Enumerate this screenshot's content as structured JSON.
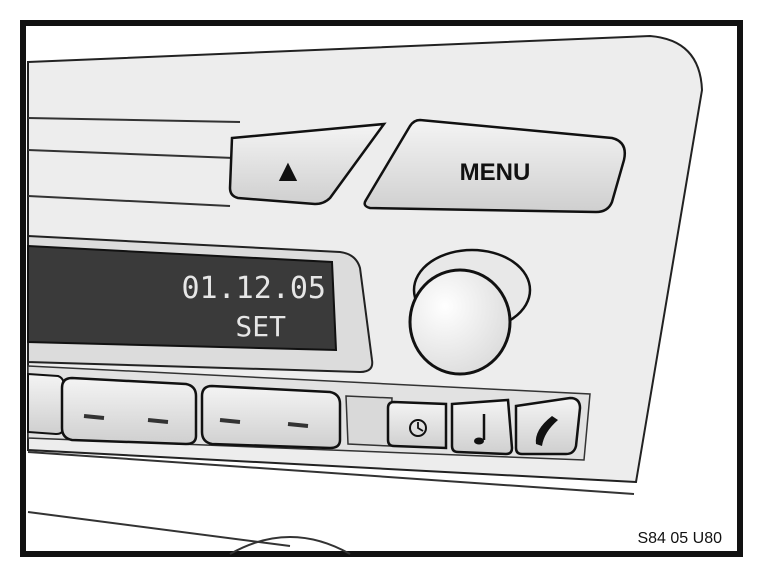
{
  "buttons": {
    "eject_label": "▲",
    "menu_label": "MENU",
    "clock_icon": "clock-icon",
    "music_icon": "music-note-icon",
    "phone_icon": "phone-handset-icon"
  },
  "display": {
    "line1": "01.12.05",
    "line2": "SET"
  },
  "figure": {
    "reference_code": "S84 05 U80"
  }
}
